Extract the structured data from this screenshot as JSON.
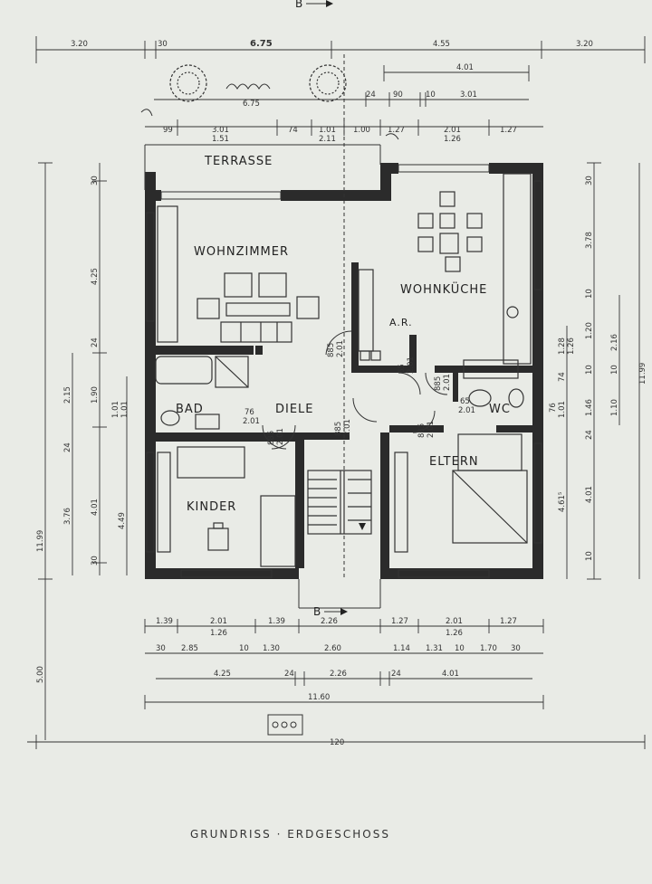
{
  "plan": {
    "title": "GRUNDRISS · ERDGESCHOSS",
    "section_marker": "B",
    "rooms": {
      "terrasse": "TERRASSE",
      "wohnzimmer": "WOHNZIMMER",
      "wohnkueche": "WOHNKÜCHE",
      "ar": "A.R.",
      "bad": "BAD",
      "diele": "DIELE",
      "wc": "WC",
      "kinder": "KINDER",
      "eltern": "ELTERN"
    },
    "dims": {
      "top1": [
        "3.20",
        "30",
        "6.75",
        "4.55",
        "3.20"
      ],
      "top2": [
        "4.01"
      ],
      "top3": [
        "6.75",
        "24",
        "90",
        "10",
        "3.01"
      ],
      "top4": [
        "99",
        "3.01",
        "1.51",
        "74",
        "1.01",
        "2.11",
        "1.00",
        "1.27",
        "2.01",
        "1.26",
        "1.27"
      ],
      "bottom1": [
        "1.39",
        "2.01",
        "1.26",
        "1.39",
        "2.26",
        "1.27",
        "2.01",
        "1.26",
        "1.27"
      ],
      "bottom2": [
        "30",
        "2.85",
        "10",
        "1.30",
        "2.60",
        "1.14",
        "1.31",
        "10",
        "1.70",
        "30"
      ],
      "bottom3": [
        "4.25",
        "24",
        "2.26",
        "24",
        "4.01"
      ],
      "bottom4": [
        "11.60"
      ],
      "left_outer": [
        "11.99",
        "5.00"
      ],
      "left1": [
        "30",
        "4.25",
        "24",
        "2.15",
        "1.90",
        "24",
        "3.76",
        "4.01",
        "4.49",
        "30",
        "1.01",
        "1.01"
      ],
      "right1": [
        "30",
        "3.78",
        "10",
        "1.28",
        "1.26",
        "74",
        "1.20",
        "2.16",
        "10",
        "1.46",
        "10",
        "1.10",
        "76",
        "1.01",
        "24",
        "4.01",
        "4.61⁵",
        "10",
        "11.99"
      ],
      "doors": [
        "885",
        "2.01",
        "65",
        "2.01",
        "885",
        "2.01",
        "76",
        "2.01",
        "885",
        "2.01",
        "885",
        "2.01",
        "885",
        "2.01",
        "65",
        "2.01"
      ],
      "extra": [
        "120"
      ]
    }
  }
}
